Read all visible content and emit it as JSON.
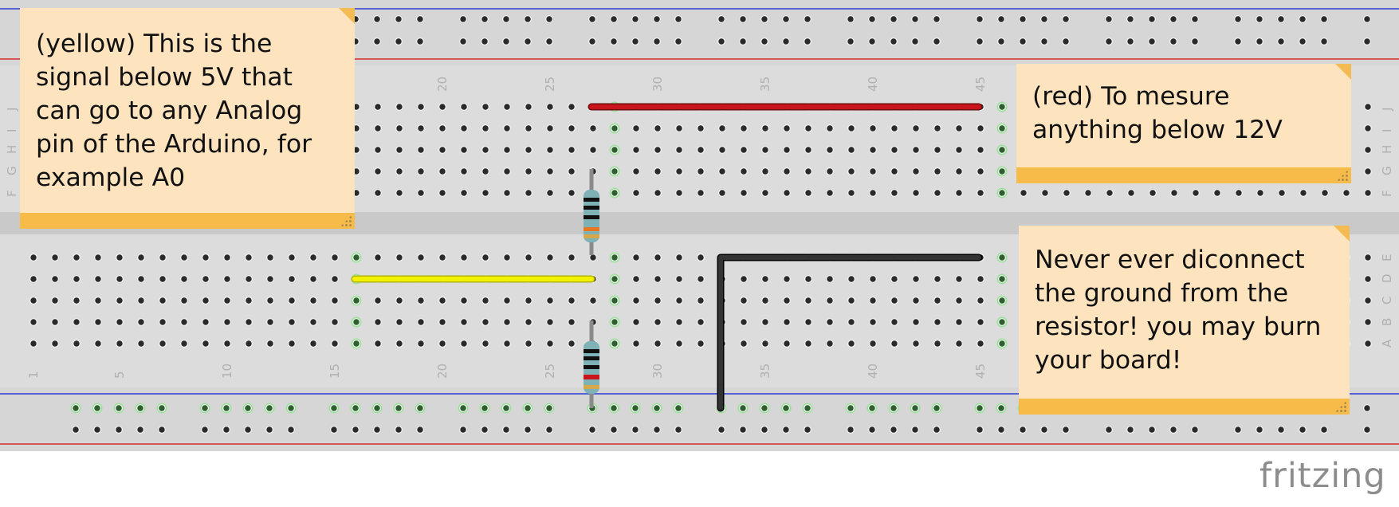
{
  "notes": {
    "yellow": "(yellow) This is the\nsignal below 5V that\ncan go to any Analog\npin of the Arduino, for\nexample A0",
    "red": "(red) To mesure\nanything below 12V",
    "ground": "Never ever diconnect\nthe ground from the\nresistor! you may burn\nyour board!"
  },
  "breadboard": {
    "top_column_numbers": [
      "20",
      "25",
      "30",
      "35",
      "40",
      "45"
    ],
    "bottom_column_numbers": [
      "1",
      "5",
      "10",
      "15",
      "20",
      "25",
      "30",
      "35",
      "40",
      "45"
    ],
    "top_row_letters": [
      "J",
      "I",
      "H",
      "G",
      "F"
    ],
    "bottom_row_letters": [
      "E",
      "D",
      "C",
      "B",
      "A"
    ]
  },
  "wires": [
    {
      "color": "#c8141a",
      "label": "red"
    },
    {
      "color": "#f2f200",
      "label": "yellow"
    },
    {
      "color": "#222222",
      "label": "ground"
    }
  ],
  "logo": "fritzing"
}
